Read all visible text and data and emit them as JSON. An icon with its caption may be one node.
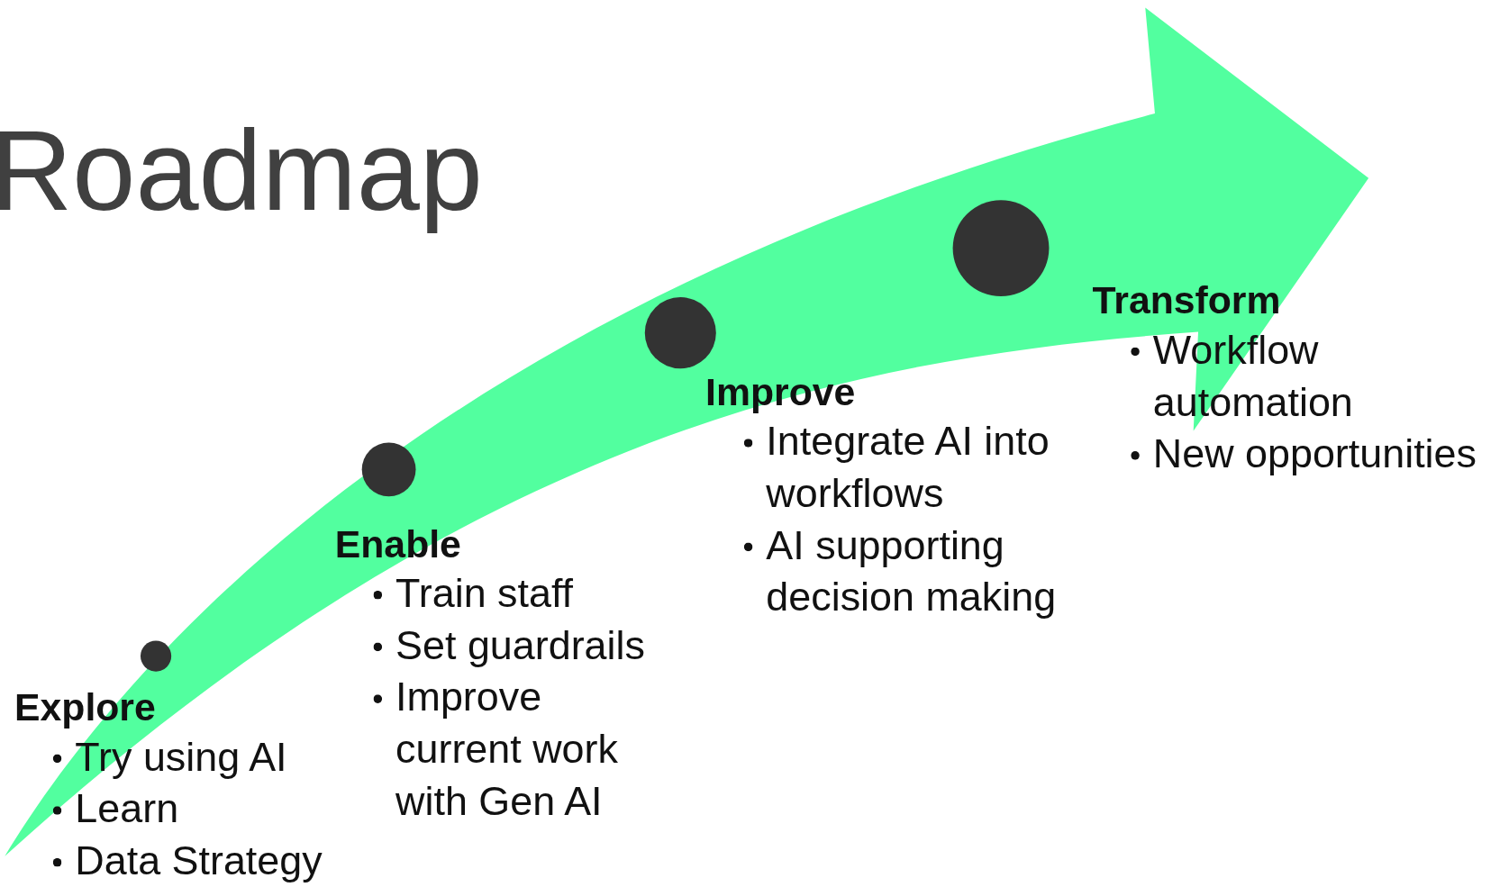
{
  "diagram": {
    "title": "Roadmap",
    "nodes": [
      {
        "text": [],
        "shape": "circle",
        "beside": [
          "Explore",
          "Try using AI",
          "Learn",
          "Data Strategy"
        ]
      },
      {
        "text": [],
        "shape": "circle",
        "beside": [
          "Enable",
          "Train staff",
          "Set guardrails",
          "Improve current work with Gen AI"
        ]
      },
      {
        "text": [],
        "shape": "circle",
        "beside": [
          "Improve",
          "Integrate AI into workflows",
          "AI supporting decision making"
        ]
      },
      {
        "text": [],
        "shape": "circle",
        "beside": [
          "Transform",
          "Workflow automation",
          "New opportunities"
        ]
      }
    ],
    "edges": []
  }
}
